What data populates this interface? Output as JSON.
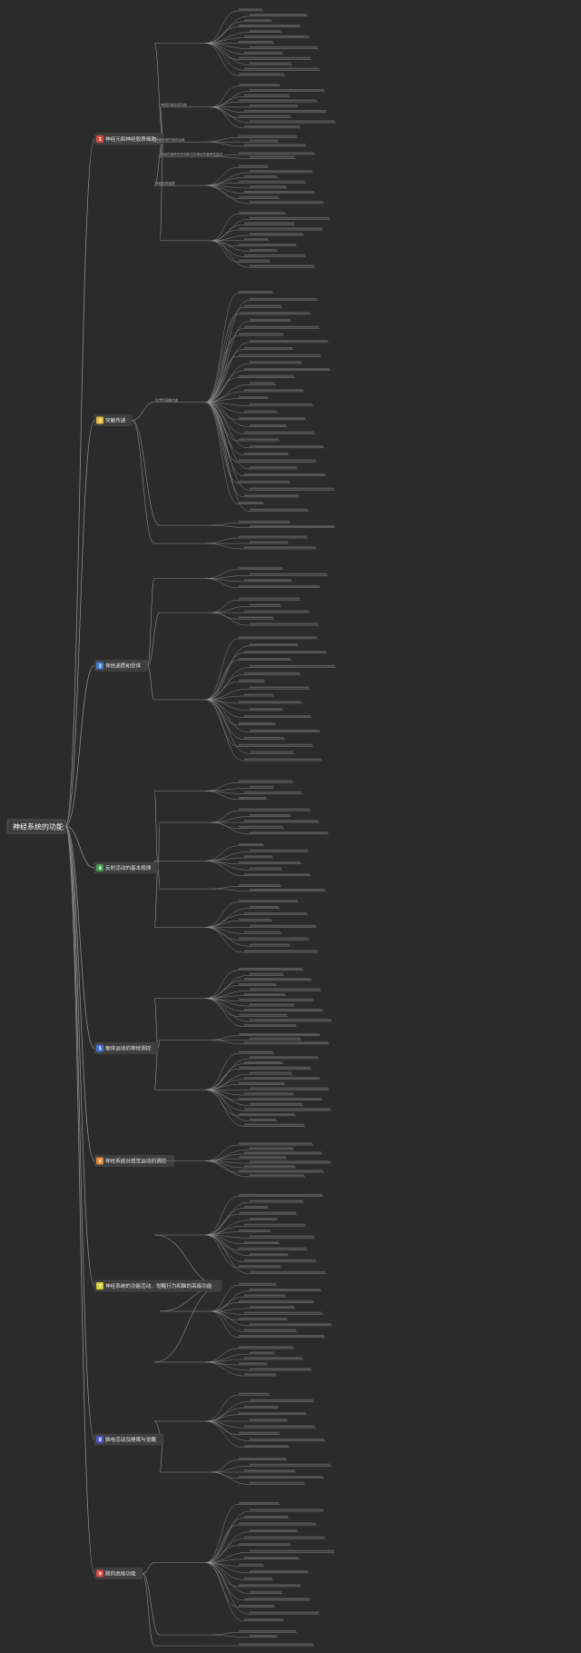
{
  "root": {
    "label": "神经系统的功能"
  },
  "colors": {
    "background": "#2b2b2b",
    "root_box": "#3c3c3c",
    "branch_box": "#3e3e3e",
    "line": "#8e8e8e",
    "badges": [
      "#d9473f",
      "#e6b83a",
      "#3f7fd1",
      "#3f9e4e",
      "#3f6fd1",
      "#e0852f",
      "#d8cf3a",
      "#4a55c9",
      "#d9473f"
    ]
  },
  "branches": [
    {
      "num": "1",
      "label": "神经元和神经胶质细胞",
      "subs": [
        {
          "label": "",
          "leaves": 13
        },
        {
          "label": "神经纤维及其功能",
          "leaves": 9
        },
        {
          "label": "神经纤维的轴浆运输",
          "leaves": 3
        },
        {
          "label": "神经的营养性作用和支持神经的营养性因子",
          "leaves": 2
        },
        {
          "label": "神经胶质细胞",
          "leaves": 8
        },
        {
          "label": "",
          "leaves": 11
        }
      ]
    },
    {
      "num": "2",
      "label": "突触传递",
      "subs": [
        {
          "label": "化学性突触传递",
          "leaves": 32
        },
        {
          "label": "",
          "leaves": 2
        },
        {
          "label": "",
          "leaves": 3
        }
      ]
    },
    {
      "num": "3",
      "label": "神经递质和受体",
      "subs": [
        {
          "label": "",
          "leaves": 4
        },
        {
          "label": "",
          "leaves": 5
        },
        {
          "label": "",
          "leaves": 18
        }
      ]
    },
    {
      "num": "4",
      "label": "反射活动的基本规律",
      "subs": [
        {
          "label": "",
          "leaves": 4
        },
        {
          "label": "",
          "leaves": 5
        },
        {
          "label": "",
          "leaves": 6
        },
        {
          "label": "",
          "leaves": 2
        },
        {
          "label": "",
          "leaves": 9
        }
      ]
    },
    {
      "num": "5",
      "label": "躯体运动的神经调控",
      "subs": [
        {
          "label": "",
          "leaves": 12
        },
        {
          "label": "",
          "leaves": 3
        },
        {
          "label": "",
          "leaves": 15
        }
      ]
    },
    {
      "num": "6",
      "label": "神经系统对感觉运动的调控",
      "subs": [
        {
          "label": "",
          "leaves": 8
        }
      ]
    },
    {
      "num": "7",
      "label": "神经系统的功能活动、觉醒行为和脑的高级功能",
      "subs": [
        {
          "label": "",
          "leaves": 14
        },
        {
          "label": "",
          "leaves": 10
        },
        {
          "label": "",
          "leaves": 6
        }
      ]
    },
    {
      "num": "8",
      "label": "脑电活动及睡眠与觉醒",
      "subs": [
        {
          "label": "",
          "leaves": 9
        },
        {
          "label": "",
          "leaves": 5
        }
      ]
    },
    {
      "num": "9",
      "label": "脑的高级功能",
      "subs": [
        {
          "label": "",
          "leaves": 18
        },
        {
          "label": "",
          "leaves": 2
        },
        {
          "label": "",
          "leaves": 1
        }
      ]
    }
  ]
}
